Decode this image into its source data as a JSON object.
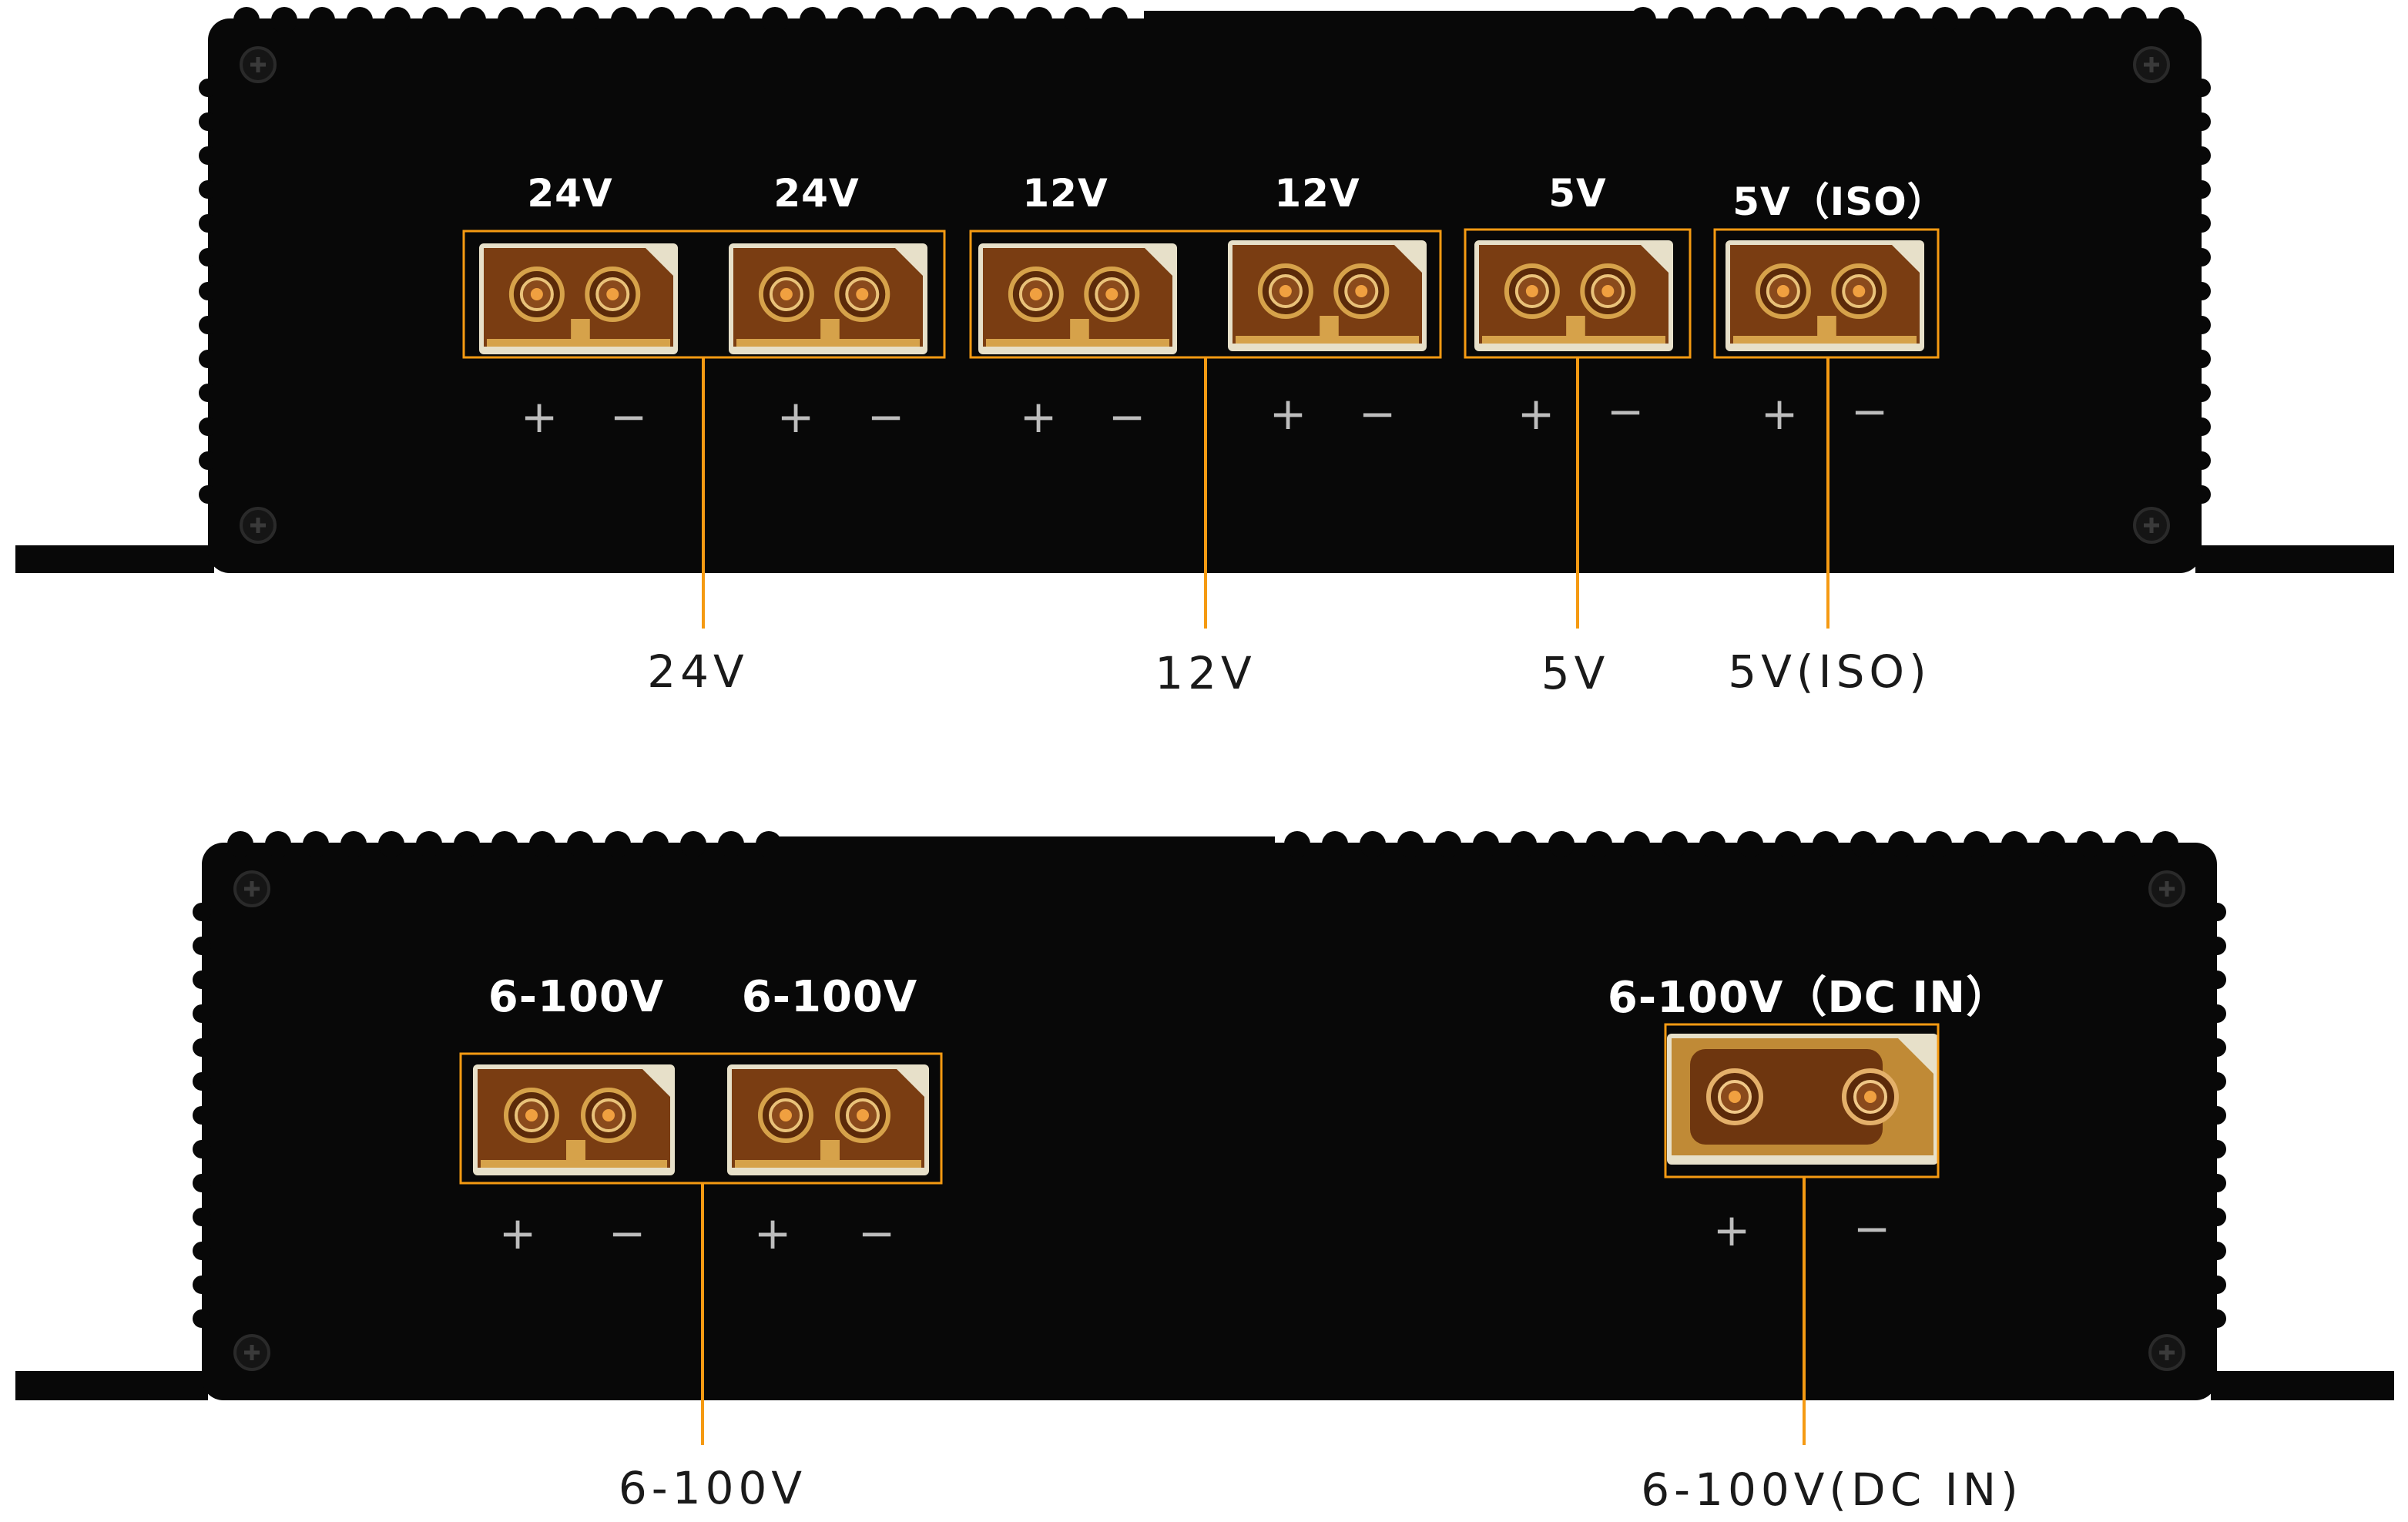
{
  "colors": {
    "panel": "#080808",
    "highlight": "#f59a12",
    "connector_body": "#7a3d12",
    "connector_rim": "#d6a24a"
  },
  "panels": [
    {
      "name": "output-panel",
      "ports": [
        {
          "label": "24V",
          "plus": "+",
          "minus": "−"
        },
        {
          "label": "24V",
          "plus": "+",
          "minus": "−"
        },
        {
          "label": "12V",
          "plus": "+",
          "minus": "−"
        },
        {
          "label": "12V",
          "plus": "+",
          "minus": "−"
        },
        {
          "label": "5V",
          "plus": "+",
          "minus": "−"
        },
        {
          "label": "5V（ISO）",
          "plus": "+",
          "minus": "−"
        }
      ],
      "callouts": [
        "24V",
        "12V",
        "5V",
        "5V(ISO)"
      ]
    },
    {
      "name": "input-panel",
      "ports": [
        {
          "label": "6-100V",
          "plus": "+",
          "minus": "−"
        },
        {
          "label": "6-100V",
          "plus": "+",
          "minus": "−"
        },
        {
          "label": "6-100V（DC IN）",
          "plus": "+",
          "minus": "−"
        }
      ],
      "callouts": [
        "6-100V",
        "6-100V(DC IN)"
      ]
    }
  ]
}
